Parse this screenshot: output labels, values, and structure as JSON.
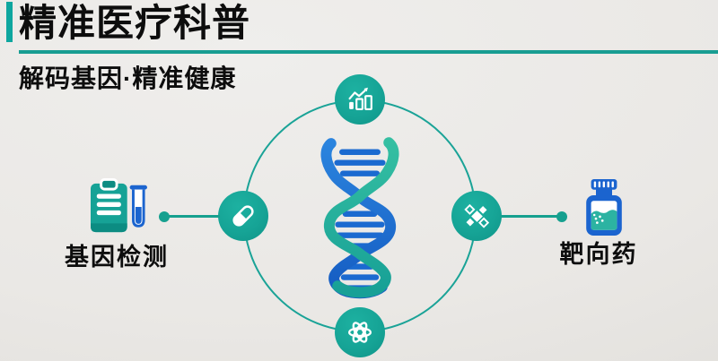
{
  "header": {
    "title": "精准医疗科普",
    "subtitle": "解码基因·精准健康"
  },
  "diagram": {
    "center_icon": "dna-double-helix",
    "nodes": [
      {
        "position": "top",
        "icon": "growth-chart-icon"
      },
      {
        "position": "left",
        "icon": "capsule-icon"
      },
      {
        "position": "right",
        "icon": "diamond-pills-icon"
      },
      {
        "position": "bottom",
        "icon": "atom-icon"
      }
    ],
    "left_item": {
      "icon": "report-and-test-tube-icon",
      "label": "基因检测"
    },
    "right_item": {
      "icon": "medicine-bottle-icon",
      "label": "靶向药"
    }
  },
  "colors": {
    "teal": "#16a596",
    "teal_dark": "#0c8c82",
    "blue": "#1b64cf",
    "underline": "#189d92",
    "background": "#eae8e5",
    "text": "#0d0d0d"
  }
}
